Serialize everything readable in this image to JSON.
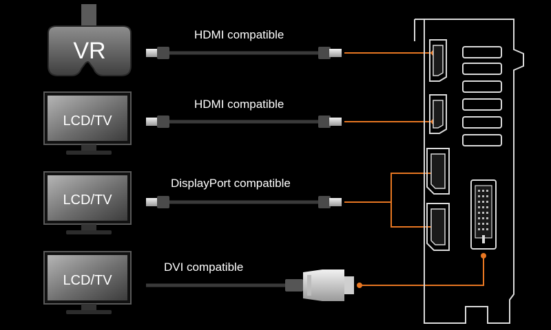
{
  "colors": {
    "background": "#000000",
    "accent": "#e87722",
    "cable": "#3a3a3a",
    "bracket": "#dcdcdc",
    "text": "#ffffff"
  },
  "devices": [
    {
      "label": "VR",
      "icon": "vr-headset-icon"
    },
    {
      "label": "LCD/TV",
      "icon": "monitor-icon"
    },
    {
      "label": "LCD/TV",
      "icon": "monitor-icon"
    },
    {
      "label": "LCD/TV",
      "icon": "monitor-icon"
    }
  ],
  "connections": [
    {
      "label": "HDMI compatible",
      "cable": "hdmi-cable-icon"
    },
    {
      "label": "HDMI compatible",
      "cable": "hdmi-cable-icon"
    },
    {
      "label": "DisplayPort compatible",
      "cable": "displayport-cable-icon"
    },
    {
      "label": "DVI compatible",
      "cable": "dvi-cable-icon"
    }
  ],
  "graphics_card_bracket": {
    "ports": [
      "hdmi-port-icon",
      "hdmi-port-icon",
      "displayport-port-icon",
      "displayport-port-icon",
      "dvi-port-icon"
    ],
    "icon": "io-bracket-icon"
  }
}
